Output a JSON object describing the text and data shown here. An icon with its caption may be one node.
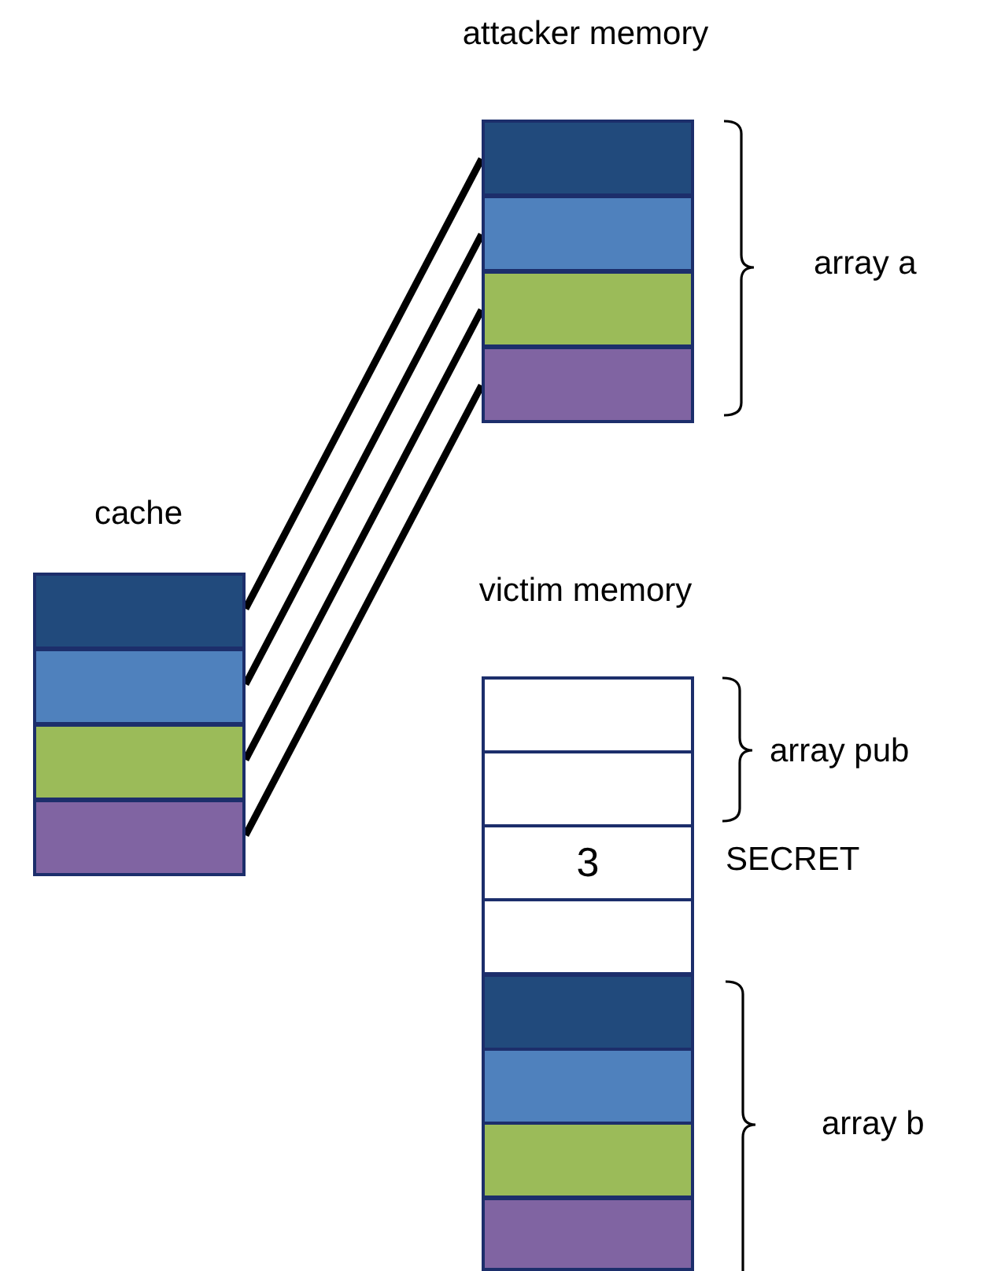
{
  "diagram": {
    "nodes": [
      {
        "text": [],
        "shape": "box"
      },
      {
        "text": [],
        "shape": "box"
      },
      {
        "text": [],
        "shape": "box"
      },
      {
        "text": [],
        "shape": "box"
      },
      {
        "text": [],
        "shape": "box"
      },
      {
        "text": [],
        "shape": "box"
      },
      {
        "text": [],
        "shape": "box"
      },
      {
        "text": [],
        "shape": "box"
      },
      {
        "text": [],
        "shape": "box"
      },
      {
        "text": [],
        "shape": "box"
      },
      {
        "text": [
          "3"
        ],
        "beside": [
          "SECRET"
        ]
      },
      {
        "text": [],
        "shape": "box"
      },
      {
        "text": [],
        "shape": "box"
      },
      {
        "text": [],
        "shape": "box"
      },
      {
        "text": [],
        "shape": "box"
      },
      {
        "text": [],
        "shape": "box"
      }
    ],
    "edges": [
      {
        "from": 0,
        "to": 4,
        "arrow": "none"
      },
      {
        "from": 1,
        "to": 5,
        "arrow": "none"
      },
      {
        "from": 2,
        "to": 6,
        "arrow": "none"
      },
      {
        "from": 3,
        "to": 7,
        "arrow": "none"
      }
    ],
    "labels": [
      "attacker memory",
      "array a",
      "cache",
      "victim memory",
      "array pub",
      "array b"
    ]
  }
}
